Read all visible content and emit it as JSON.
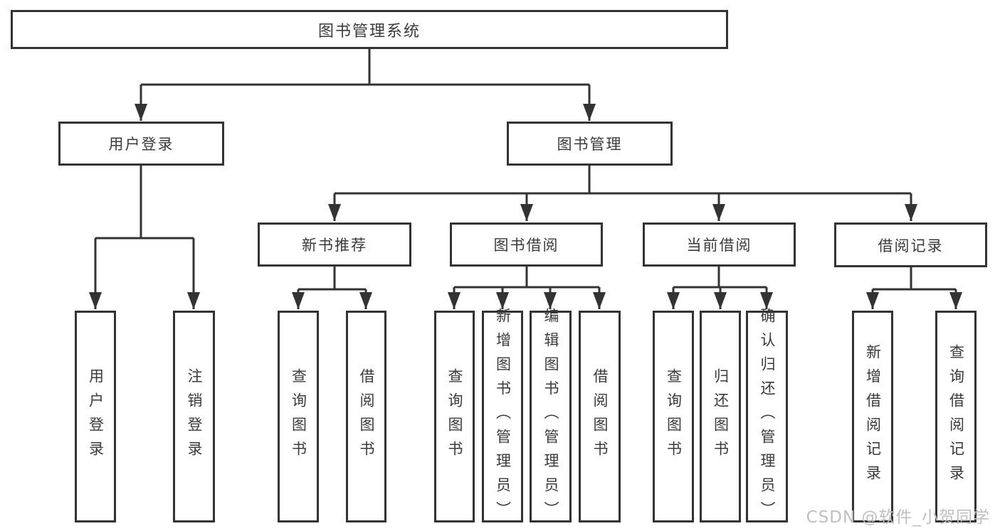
{
  "palette": {
    "line_color": "#333333",
    "text_color": "#3a3a3a",
    "box_fill": "#ffffff",
    "watermark_color": "#bfbfbf"
  },
  "tree": {
    "root": {
      "label": "图书管理系统"
    },
    "branches": [
      {
        "label": "用户登录",
        "children": [
          {
            "label": "用户登录"
          },
          {
            "label": "注销登录"
          }
        ]
      },
      {
        "label": "图书管理",
        "sections": [
          {
            "label": "新书推荐",
            "children": [
              {
                "label": "查询图书"
              },
              {
                "label": "借阅图书"
              }
            ]
          },
          {
            "label": "图书借阅",
            "children": [
              {
                "label": "查询图书"
              },
              {
                "label": "新增图书（管理员）"
              },
              {
                "label": "编辑图书（管理员）"
              },
              {
                "label": "借阅图书"
              }
            ]
          },
          {
            "label": "当前借阅",
            "children": [
              {
                "label": "查询图书"
              },
              {
                "label": "归还图书"
              },
              {
                "label": "确认归还（管理员）"
              }
            ]
          },
          {
            "label": "借阅记录",
            "children": [
              {
                "label": "新增借阅记录"
              },
              {
                "label": "查询借阅记录"
              }
            ]
          }
        ]
      }
    ]
  },
  "watermark": {
    "text": "CSDN @软件_小贺同学"
  }
}
